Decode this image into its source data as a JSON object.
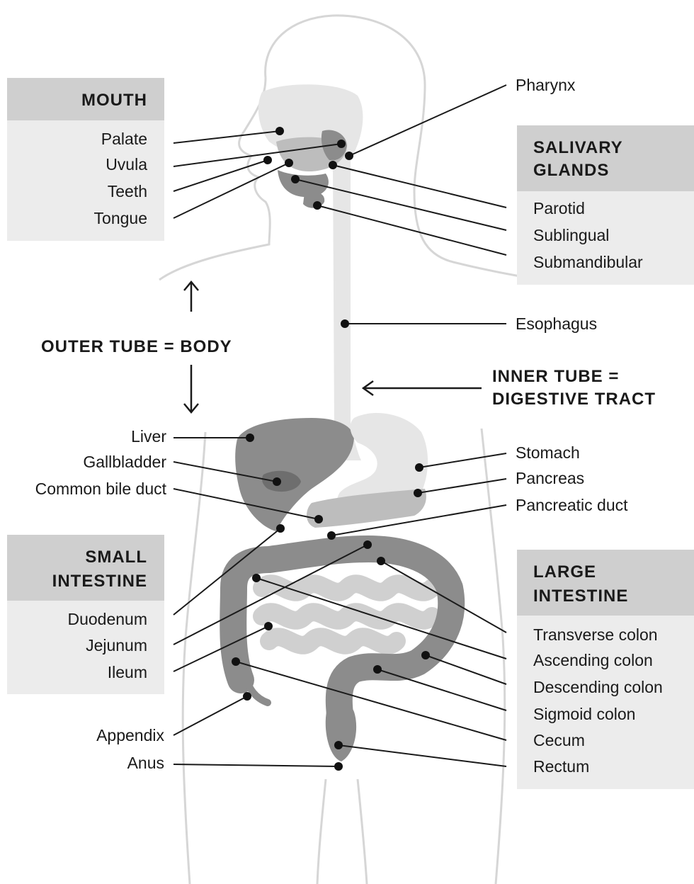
{
  "groups": {
    "mouth": {
      "title": "MOUTH",
      "items": [
        "Palate",
        "Uvula",
        "Teeth",
        "Tongue"
      ]
    },
    "salivary": {
      "title_line1": "SALIVARY",
      "title_line2": "GLANDS",
      "items": [
        "Parotid",
        "Sublingual",
        "Submandibular"
      ]
    },
    "small_intestine": {
      "title_line1": "SMALL",
      "title_line2": "INTESTINE",
      "items": [
        "Duodenum",
        "Jejunum",
        "Ileum"
      ]
    },
    "large_intestine": {
      "title_line1": "LARGE",
      "title_line2": "INTESTINE",
      "items": [
        "Transverse colon",
        "Ascending colon",
        "Descending colon",
        "Sigmoid colon",
        "Cecum",
        "Rectum"
      ]
    }
  },
  "labels": {
    "pharynx": "Pharynx",
    "esophagus": "Esophagus",
    "liver": "Liver",
    "gallbladder": "Gallbladder",
    "common_bile_duct": "Common bile duct",
    "stomach": "Stomach",
    "pancreas": "Pancreas",
    "pancreatic_duct": "Pancreatic duct",
    "appendix": "Appendix",
    "anus": "Anus"
  },
  "callouts": {
    "outer_tube": "OUTER TUBE = BODY",
    "inner_tube_line1": "INNER TUBE =",
    "inner_tube_line2": "DIGESTIVE TRACT"
  },
  "colors": {
    "body_outline": "#d6d6d6",
    "inner_tube": "#e6e6e6",
    "organ_light": "#bdbdbd",
    "organ_dark": "#8c8c8c",
    "panel_bg": "#ececec",
    "panel_head": "#cfcfcf",
    "leader": "#1a1a1a"
  }
}
